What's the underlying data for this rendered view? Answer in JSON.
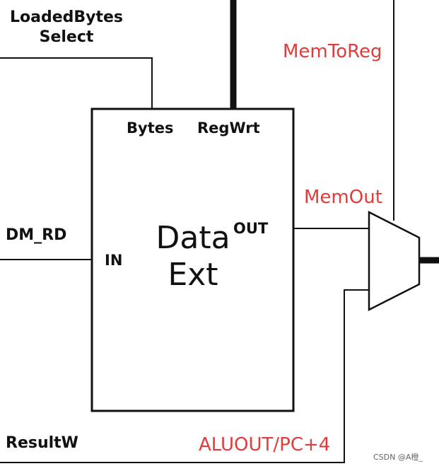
{
  "labels": {
    "loaded_bytes_select": "LoadedBytes",
    "loaded_bytes_select_2": "Select",
    "dm_rd": "DM_RD",
    "result_w": "ResultW",
    "mem_to_reg": "MemToReg",
    "mem_out": "MemOut",
    "aluout_pc4": "ALUOUT/PC+4",
    "watermark": "CSDN @A橙_"
  },
  "module": {
    "title_line1": "Data",
    "title_line2": "Ext",
    "port_bytes": "Bytes",
    "port_regwrt": "RegWrt",
    "port_out": "OUT",
    "port_in": "IN"
  },
  "colors": {
    "accent_red": "#e33b3b",
    "line": "#111111"
  }
}
